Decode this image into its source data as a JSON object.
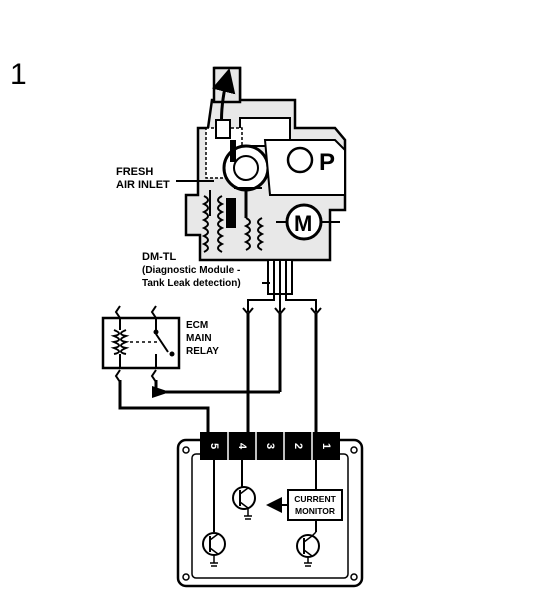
{
  "figure_number": "1",
  "labels": {
    "fresh_air_line1": "FRESH",
    "fresh_air_line2": "AIR INLET",
    "dmtl_title": "DM-TL",
    "dmtl_line2": "(Diagnostic Module -",
    "dmtl_line3": "Tank Leak detection)",
    "relay_line1": "ECM",
    "relay_line2": "MAIN",
    "relay_line3": "RELAY",
    "current_line1": "CURRENT",
    "current_line2": "MONITOR",
    "pump_symbol": "P",
    "motor_symbol": "M"
  },
  "connector_pins": [
    "5",
    "4",
    "3",
    "2",
    "1"
  ],
  "colors": {
    "ink": "#000000",
    "paper": "#ffffff",
    "fill": "#e8e8e8"
  }
}
